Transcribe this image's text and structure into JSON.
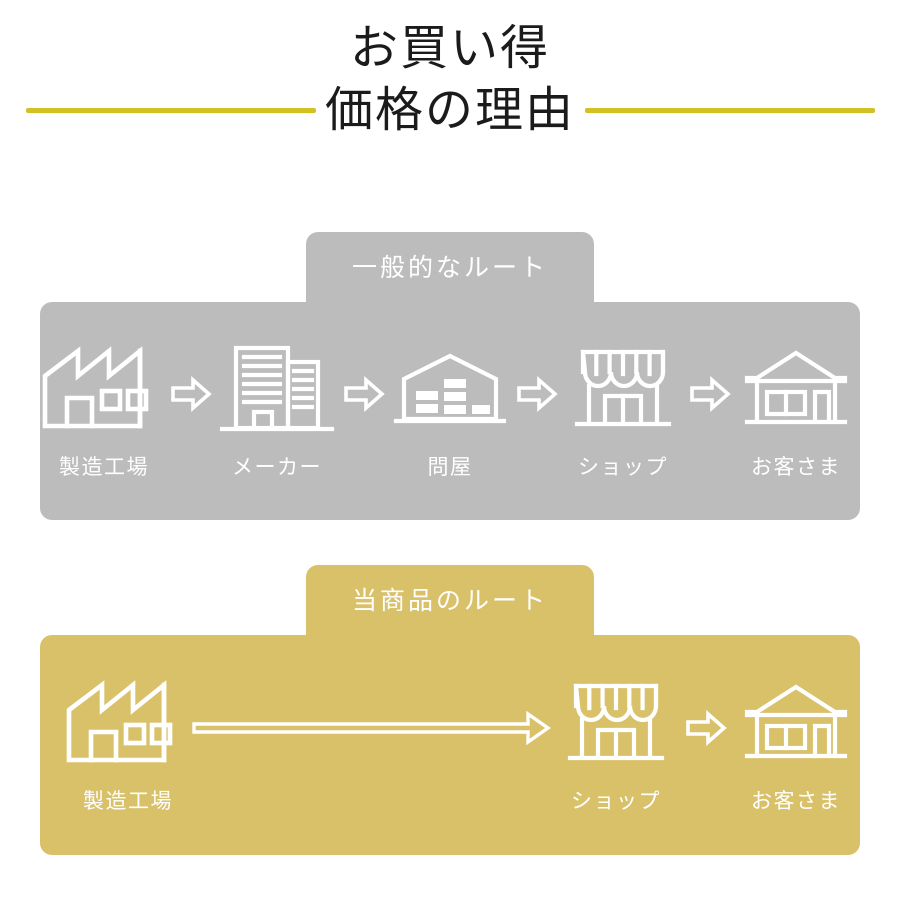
{
  "title": {
    "line1": "お買い得",
    "line2": "価格の理由",
    "full": "お買い得\n価格の理由",
    "rule_color": "#d3c022"
  },
  "colors": {
    "general_route": "#bcbcbc",
    "product_route": "#d9c16a",
    "icon_stroke": "#ffffff",
    "title_text": "#1b1b1b",
    "background": "#ffffff"
  },
  "routes": [
    {
      "id": "general",
      "tab_label": "一般的なルート",
      "color": "#bcbcbc",
      "nodes": [
        {
          "label": "製造工場",
          "icon": "factory-icon"
        },
        {
          "label": "メーカー",
          "icon": "office-building-icon"
        },
        {
          "label": "問屋",
          "icon": "warehouse-icon"
        },
        {
          "label": "ショップ",
          "icon": "shop-icon"
        },
        {
          "label": "お客さま",
          "icon": "house-icon"
        }
      ],
      "connectors": [
        "arrow-right-icon",
        "arrow-right-icon",
        "arrow-right-icon",
        "arrow-right-icon"
      ]
    },
    {
      "id": "ours",
      "tab_label": "当商品のルート",
      "color": "#d9c16a",
      "nodes": [
        {
          "label": "製造工場",
          "icon": "factory-icon"
        },
        {
          "label": "ショップ",
          "icon": "shop-icon"
        },
        {
          "label": "お客さま",
          "icon": "house-icon"
        }
      ],
      "connectors": [
        "long-arrow-right-icon",
        "arrow-right-icon"
      ]
    }
  ]
}
